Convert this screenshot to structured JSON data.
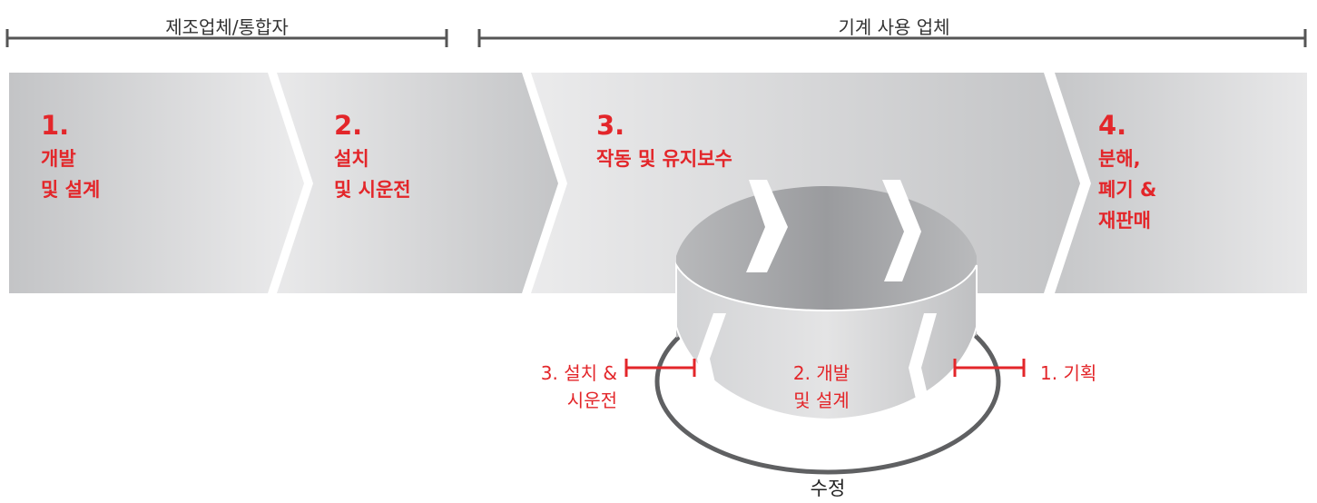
{
  "groups": {
    "manufacturer": "제조업체/통합자",
    "user": "기계 사용 업체"
  },
  "phases": [
    {
      "num": "1.",
      "name": "개발\n및 설계"
    },
    {
      "num": "2.",
      "name": "설치\n및 시운전"
    },
    {
      "num": "3.",
      "name": "작동 및 유지보수"
    },
    {
      "num": "4.",
      "name": "분해,\n폐기 &\n재판매"
    }
  ],
  "cycle": {
    "left": "3. 설치 &\n시운전",
    "center": "2. 개발\n및 설계",
    "right": "1. 기획",
    "bottom": "수정"
  },
  "colors": {
    "accent": "#e3262a",
    "arrow_dark": "#c4c5c7",
    "arrow_light": "#e7e8e9",
    "bracket": "#555555"
  }
}
